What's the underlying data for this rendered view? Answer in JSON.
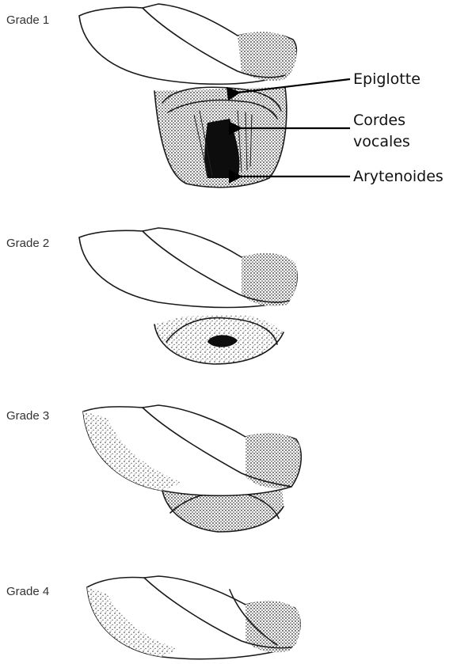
{
  "grades": [
    {
      "label": "Grade 1"
    },
    {
      "label": "Grade 2"
    },
    {
      "label": "Grade 3"
    },
    {
      "label": "Grade 4"
    }
  ],
  "annotations": [
    {
      "text": "Epiglotte"
    },
    {
      "text": "Cordes"
    },
    {
      "text": "vocales"
    },
    {
      "text": "Arytenoides"
    }
  ]
}
